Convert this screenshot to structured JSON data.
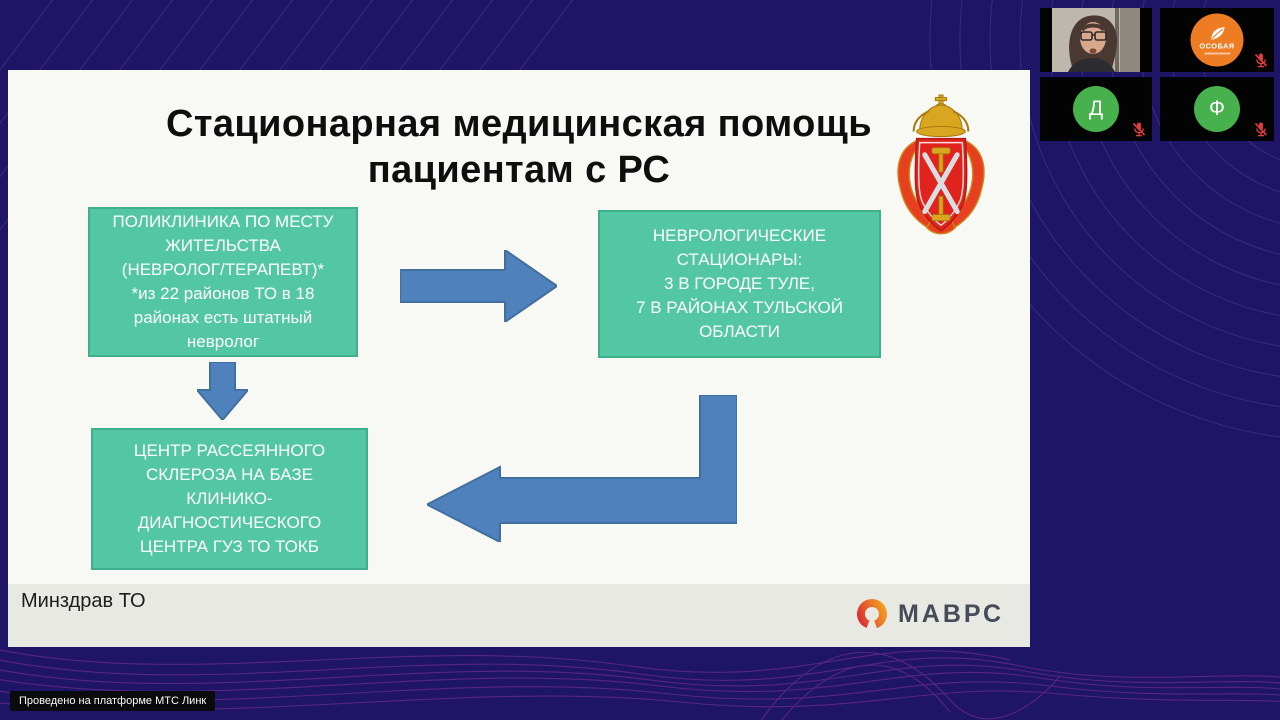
{
  "slide": {
    "title": "Стационарная медицинская помощь\nпациентам с РС",
    "boxes": {
      "polyclinic": "ПОЛИКЛИНИКА ПО МЕСТУ\nЖИТЕЛЬСТВА\n(НЕВРОЛОГ/ТЕРАПЕВТ)*\n*из 22 районов ТО в 18\nрайонах есть штатный\nневролог",
      "hospitals": "НЕВРОЛОГИЧЕСКИЕ\nСТАЦИОНАРЫ:\n3 В ГОРОДЕ ТУЛЕ,\n7 В РАЙОНАХ ТУЛЬСКОЙ\nОБЛАСТИ",
      "ms_center": "ЦЕНТР РАССЕЯННОГО\nСКЛЕРОЗА НА БАЗЕ\nКЛИНИКО-\nДИАГНОСТИЧЕСКОГО\nЦЕНТРА ГУЗ ТО ТОКБ"
    },
    "footer": {
      "org": "Минздрав ТО",
      "logo": "МАВРС"
    },
    "colors": {
      "box_fill": "#52c7a1",
      "box_border": "#3fae8c",
      "arrow_blue": "#4f81bd",
      "slide_bg": "#f8f8f5",
      "footer_bg": "#e9e9e4"
    }
  },
  "conference": {
    "badge": "Проведено на платформе МТС Линк",
    "participants": {
      "logo_tile_label": "ОСОБАЯ",
      "initial_d": "Д",
      "initial_f": "Ф"
    },
    "colors": {
      "avatar_green": "#46b14d",
      "logo_orange": "#ee7c23",
      "muted_mic_red": "#e03b3b",
      "background_navy": "#1e1566"
    },
    "icons": {
      "mic_muted": "crossed-out microphone",
      "crest": "Tula Oblast coat of arms",
      "mavrs_ring": "orange gradient ring",
      "leaf": "white leaf in orange circle"
    }
  }
}
